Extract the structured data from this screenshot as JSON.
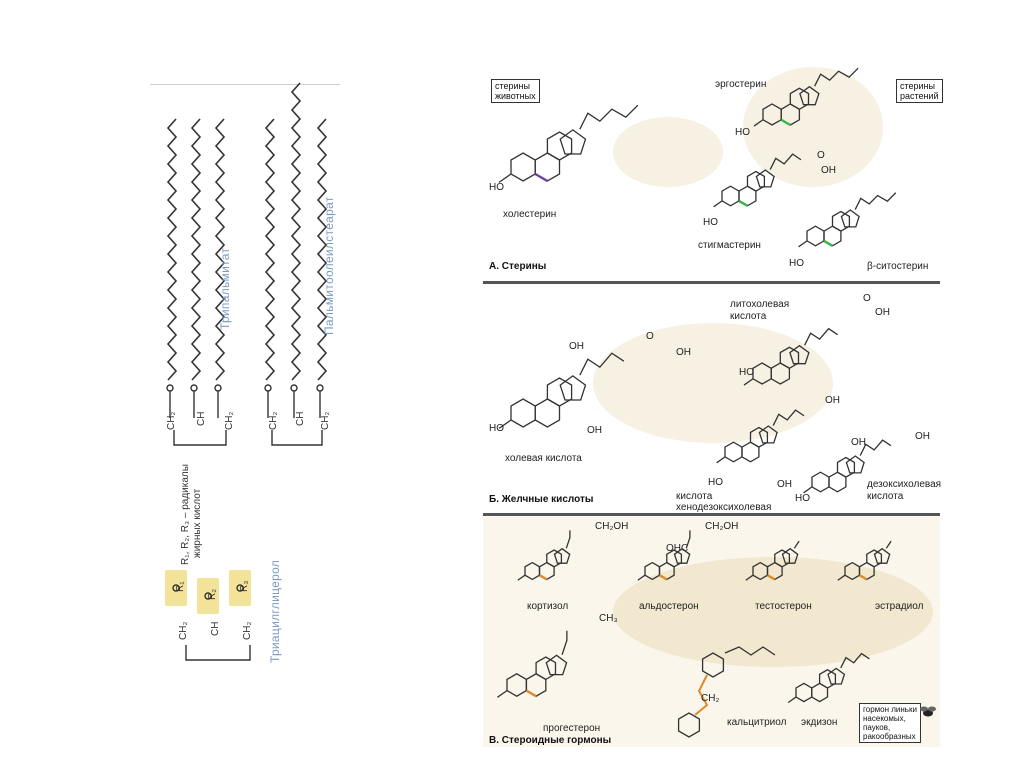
{
  "left_panel": {
    "tripalmitate_label": "Трипальмитат",
    "palmitooleostearate_label": "Пальмитоолеилстеарат",
    "triacylglycerol_label": "Триацилглицерол",
    "radicals_note_line1": "R₁, R₂, R₃ – радикалы",
    "radicals_note_line2": "жирных кислот",
    "backbone": {
      "ch2": "CH₂",
      "ch": "CH",
      "o": "O",
      "c": "C"
    },
    "r_groups": [
      "R₁",
      "R₂",
      "R₃"
    ],
    "highlight_color": "#f3e39a"
  },
  "figure": {
    "panel_a": {
      "title": "А. Стерины",
      "box_animal": [
        "стерины",
        "животных"
      ],
      "box_plant": [
        "стерины",
        "растений"
      ],
      "cholesterol": "холестерин",
      "ergosterol": "эргостерин",
      "stigmasterol": "стигмастерин",
      "sitosterol": "β-ситостерин",
      "ho": "HO",
      "oh": "OH",
      "o": "O",
      "highlight_green": "#39b34a",
      "highlight_purple": "#6a3fa0"
    },
    "panel_b": {
      "title": "Б. Желчные кислоты",
      "cholic": "холевая кислота",
      "lithocholic": [
        "литохолевая",
        "кислота"
      ],
      "chenodeoxycholic": [
        "хенодезоксихолевая",
        "кислота"
      ],
      "deoxycholic": [
        "дезоксихолевая",
        "кислота"
      ],
      "ho": "HO",
      "oh": "OH",
      "o": "O"
    },
    "panel_c": {
      "title": "В. Стероидные гормоны",
      "cortisol": "кортизол",
      "aldosterone": "альдостерон",
      "testosterone": "тестостерон",
      "estradiol": "эстрадиол",
      "progesterone": "прогестерон",
      "calcitriol": "кальцитриол",
      "ecdysone": "экдизон",
      "ch2oh": "CH₂OH",
      "ch3": "CH₃",
      "ch2": "CH₂",
      "ohc": "OHC",
      "molt_box": [
        "гормон линьки",
        "насекомых,",
        "пауков,",
        "ракообразных"
      ],
      "highlight_orange": "#e08a2c"
    }
  }
}
